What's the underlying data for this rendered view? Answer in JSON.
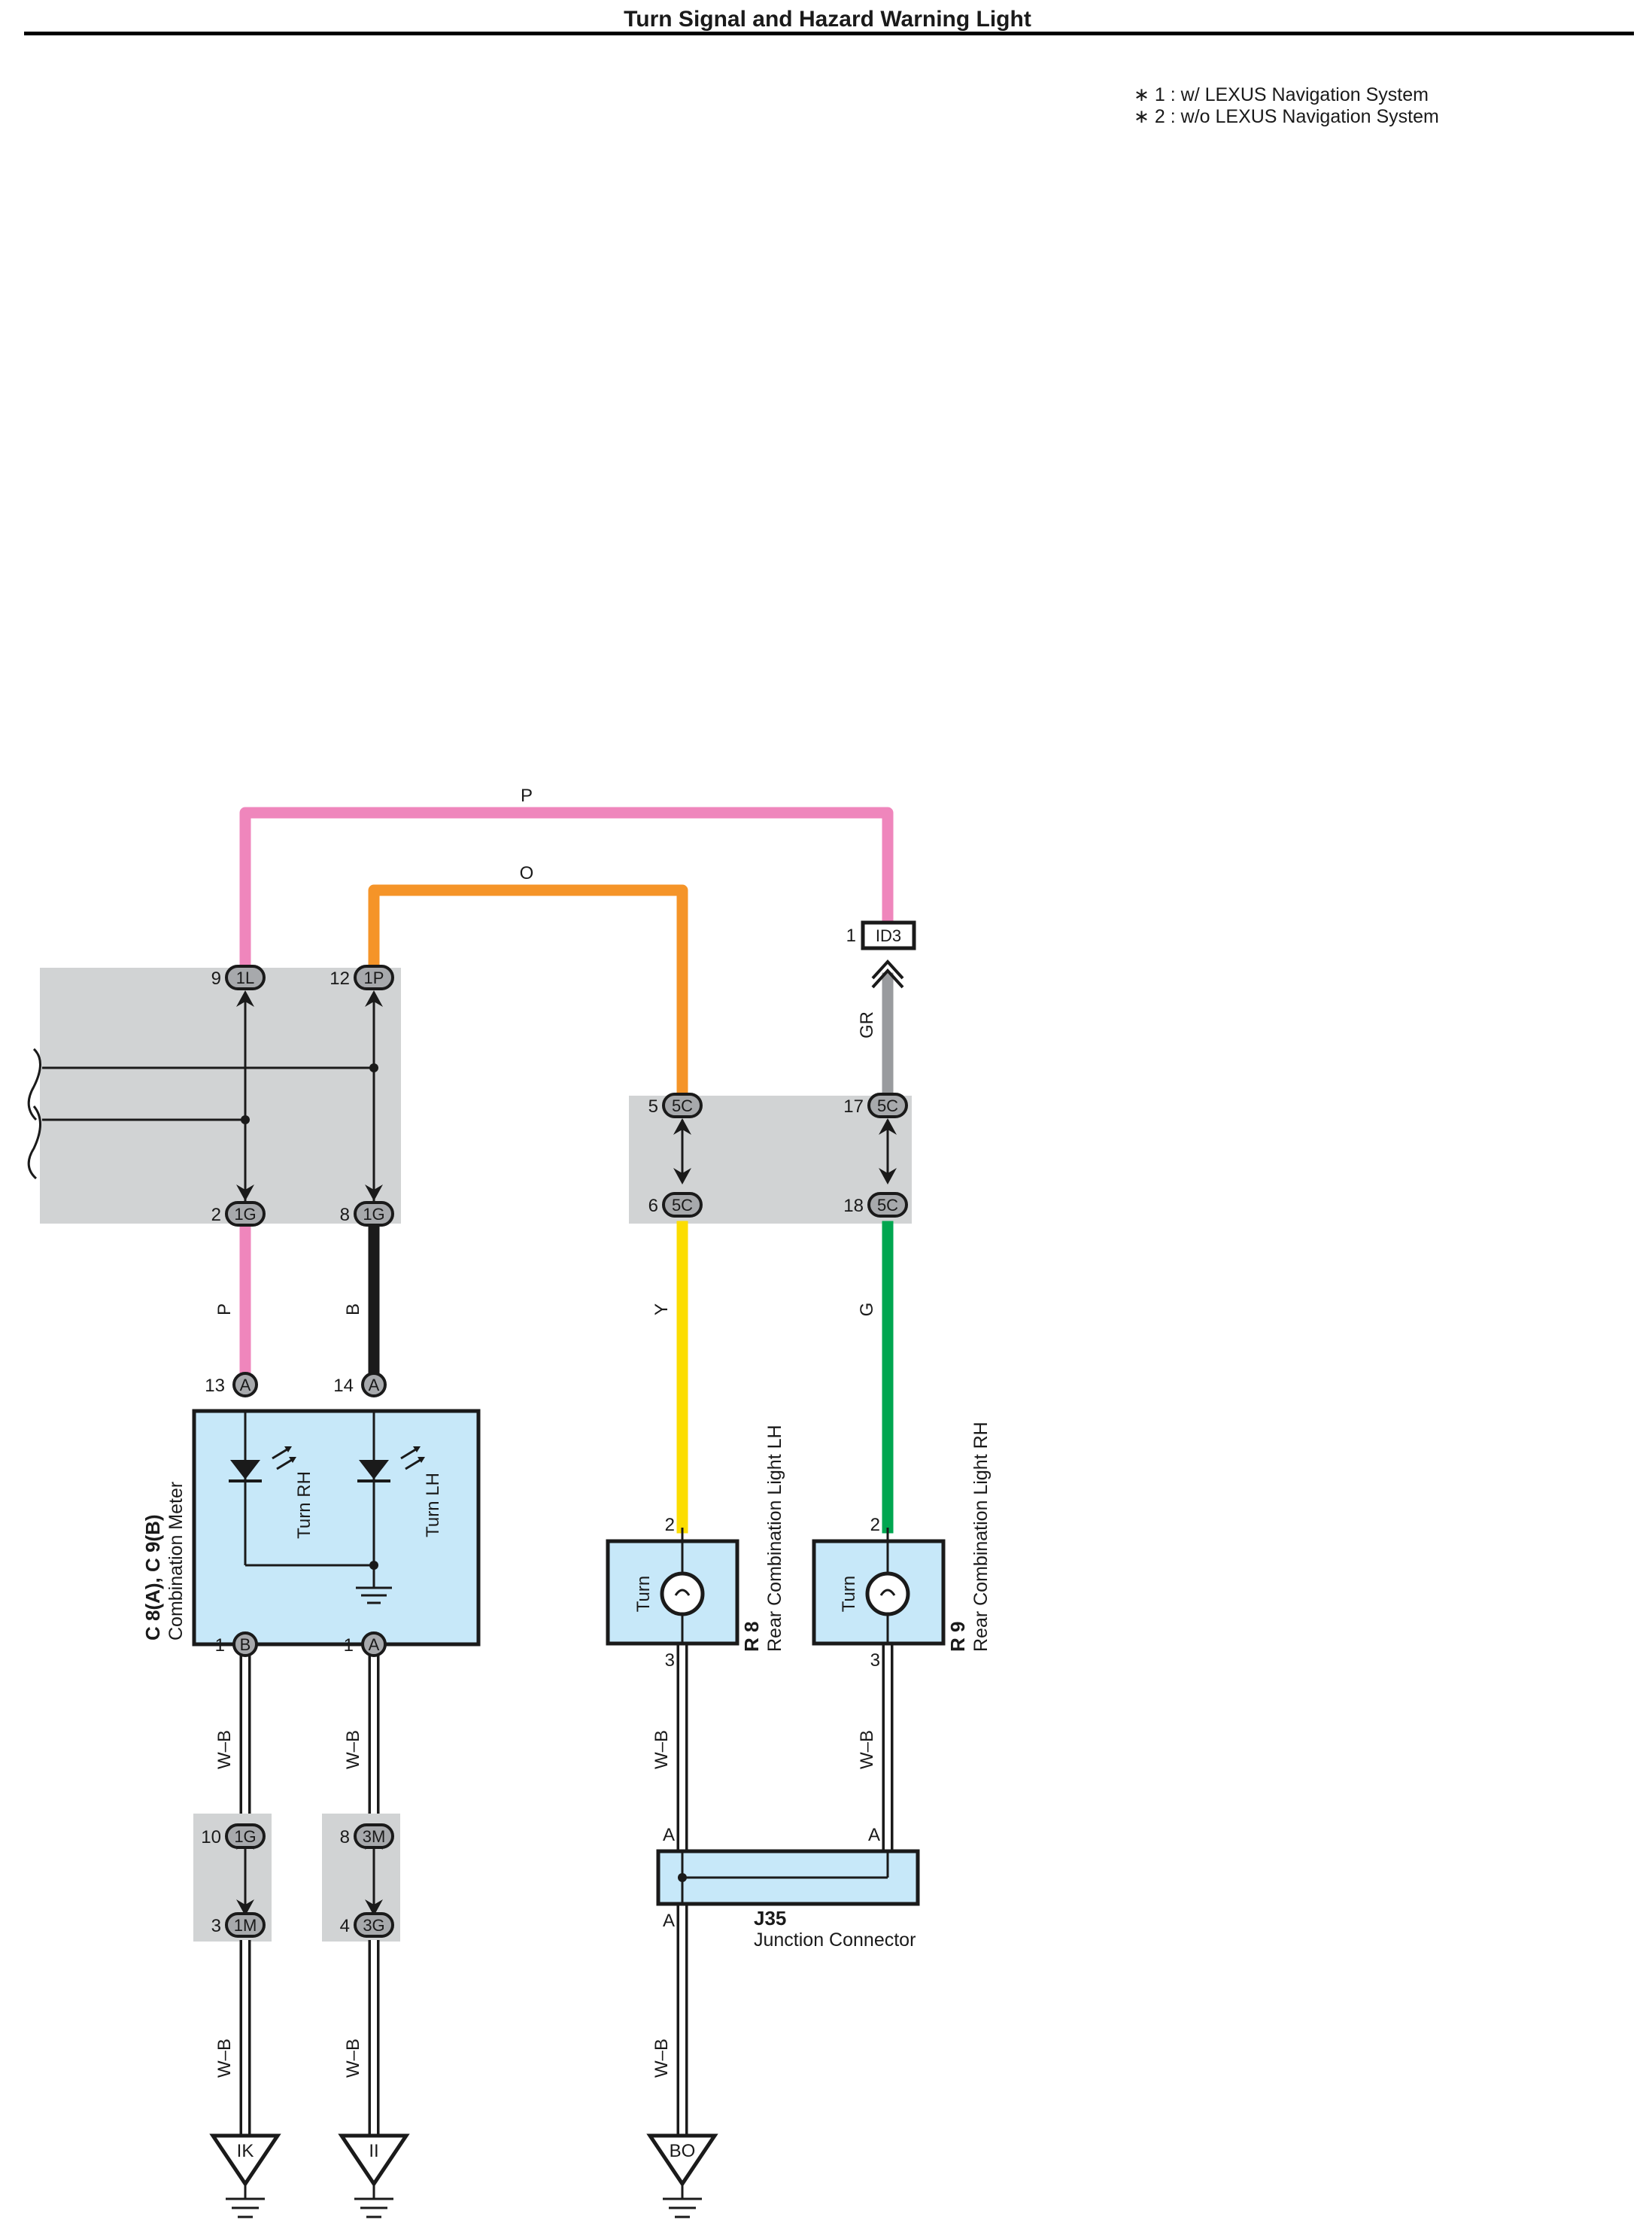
{
  "title": "Turn Signal and Hazard Warning Light",
  "notes": [
    {
      "mark": "∗ 1",
      "text": " : w/ LEXUS Navigation System"
    },
    {
      "mark": "∗ 2",
      "text": " : w/o LEXUS Navigation System"
    }
  ],
  "wire_colors": {
    "P": "#ef86bc",
    "O": "#f59428",
    "GR": "#999b9e",
    "B": "#1a1a1a",
    "Y": "#fcdd00",
    "G": "#00a650",
    "W-B": "#ffffff"
  },
  "wires": {
    "p_top": "P",
    "o_top": "O",
    "gr": "GR",
    "p_lower": "P",
    "b_lower": "B",
    "y": "Y",
    "g": "G",
    "wb1": "W–B",
    "wb2": "W–B",
    "wb3": "W–B",
    "wb4": "W–B",
    "wb5": "W–B",
    "wb6": "W–B",
    "wb7": "W–B"
  },
  "connectors": {
    "c1L": {
      "pin": "9",
      "id": "1L"
    },
    "c1P": {
      "pin": "12",
      "id": "1P"
    },
    "c1G_a": {
      "pin": "2",
      "id": "1G"
    },
    "c1G_b": {
      "pin": "8",
      "id": "1G"
    },
    "c5C_a": {
      "pin": "5",
      "id": "5C"
    },
    "c5C_b": {
      "pin": "17",
      "id": "5C"
    },
    "c5C_c": {
      "pin": "6",
      "id": "5C"
    },
    "c5C_d": {
      "pin": "18",
      "id": "5C"
    },
    "id3": {
      "pin": "1",
      "id": "ID3"
    },
    "c1G_low": {
      "pin": "10",
      "id": "1G"
    },
    "c1M_low": {
      "pin": "3",
      "id": "1M"
    },
    "c3M_low": {
      "pin": "8",
      "id": "3M"
    },
    "c3G_low": {
      "pin": "4",
      "id": "3G"
    }
  },
  "meter": {
    "code": "C 8(A), C 9(B)",
    "name": "Combination Meter",
    "turn_rh": "Turn RH",
    "turn_lh": "Turn LH",
    "pin13": {
      "pin": "13",
      "id": "A"
    },
    "pin14": {
      "pin": "14",
      "id": "A"
    },
    "pin1b": {
      "pin": "1",
      "id": "B"
    },
    "pin1a": {
      "pin": "1",
      "id": "A"
    }
  },
  "r8": {
    "code": "R 8",
    "name": "Rear Combination Light LH",
    "inner": "Turn",
    "pin_top": "2",
    "pin_bottom": "3"
  },
  "r9": {
    "code": "R 9",
    "name": "Rear Combination Light RH",
    "inner": "Turn",
    "pin_top": "2",
    "pin_bottom": "3"
  },
  "j35": {
    "code": "J35",
    "name": "Junction Connector",
    "pin_a1": "A",
    "pin_a2": "A",
    "pin_a3": "A"
  },
  "grounds": [
    "IK",
    "II",
    "BO"
  ]
}
